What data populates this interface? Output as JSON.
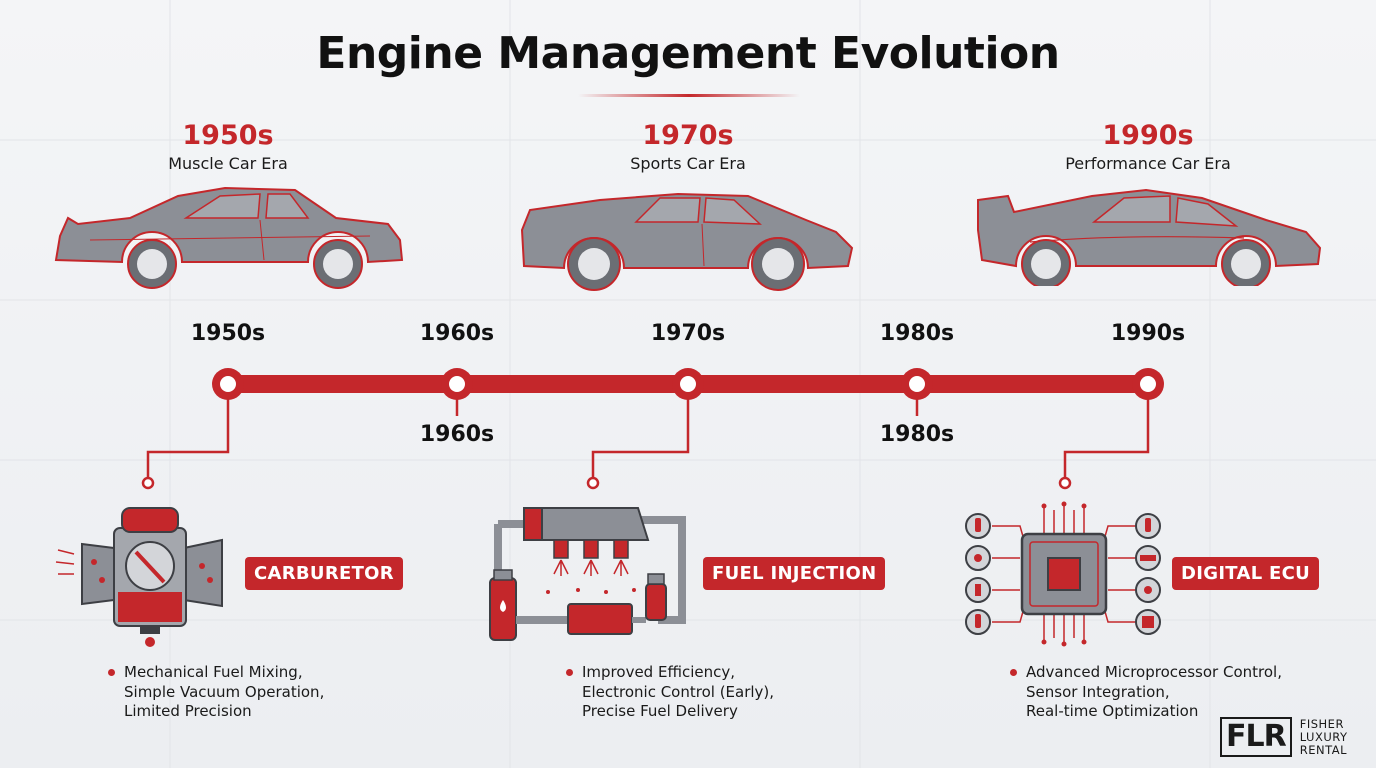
{
  "title": "Engine Management Evolution",
  "eras": [
    {
      "decade": "1950s",
      "name": "Muscle Car Era"
    },
    {
      "decade": "1970s",
      "name": "Sports Car Era"
    },
    {
      "decade": "1990s",
      "name": "Performance Car Era"
    }
  ],
  "timeline": {
    "top_labels": [
      "1950s",
      "1960s",
      "1970s",
      "1980s",
      "1990s"
    ],
    "bottom_labels": [
      "1960s",
      "1980s"
    ]
  },
  "technologies": [
    {
      "badge": "CARBURETOR",
      "features": [
        "Mechanical Fuel Mixing,",
        "Simple Vacuum Operation,",
        "Limited Precision"
      ],
      "icon": "carburetor-icon"
    },
    {
      "badge": "FUEL INJECTION",
      "features": [
        "Improved Efficiency,",
        "Electronic Control (Early),",
        "Precise Fuel Delivery"
      ],
      "icon": "fuel-injection-icon"
    },
    {
      "badge": "DIGITAL ECU",
      "features": [
        "Advanced Microprocessor Control,",
        "Sensor Integration,",
        "Real-time Optimization"
      ],
      "icon": "ecu-chip-icon"
    }
  ],
  "logo": {
    "mark": "FLR",
    "lines": [
      "FISHER",
      "LUXURY",
      "RENTAL"
    ]
  },
  "colors": {
    "accent": "#c4272b",
    "car_body": "#8c8f96",
    "text": "#111111"
  }
}
